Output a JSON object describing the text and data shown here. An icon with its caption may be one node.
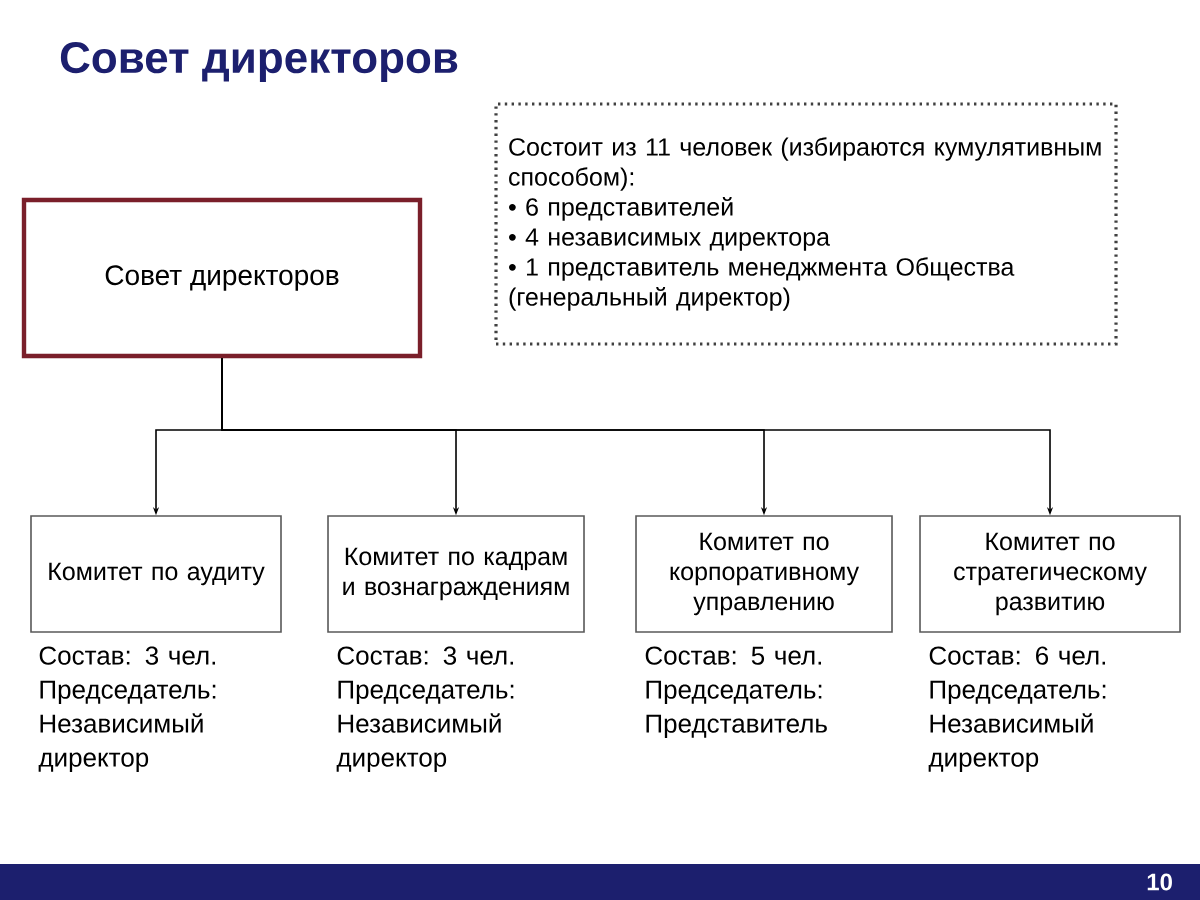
{
  "diagram": {
    "title": "Совет директоров",
    "nodes": [
      {
        "text": [
          "Совет директоров"
        ]
      },
      {
        "text": [
          "Состоит из 11 человек (избираются кумулятивным способом):",
          "• 6 представителей",
          "• 4 независимых директора",
          "• 1 представитель менеджмента Общества (генеральный директор)"
        ]
      },
      {
        "text": [
          "Комитет по аудиту"
        ],
        "beside": [
          "Состав: 3 чел.",
          "Председатель: Независимый директор"
        ]
      },
      {
        "text": [
          "Комитет по кадрам и вознаграждениям"
        ],
        "beside": [
          "Состав: 3 чел.",
          "Председатель: Независимый директор"
        ]
      },
      {
        "text": [
          "Комитет по корпоративному управлению"
        ],
        "beside": [
          "Состав: 5 чел.",
          "Председатель: Представитель"
        ]
      },
      {
        "text": [
          "Комитет по стратегическому развитию"
        ],
        "beside": [
          "Состав: 6 чел.",
          "Председатель: Независимый директор"
        ]
      }
    ],
    "edges": [
      {
        "from": 0,
        "to": 2,
        "arrow": "to"
      },
      {
        "from": 0,
        "to": 3,
        "arrow": "to"
      },
      {
        "from": 0,
        "to": 4,
        "arrow": "to"
      },
      {
        "from": 0,
        "to": 5,
        "arrow": "to"
      }
    ],
    "labels": [
      "10"
    ]
  }
}
